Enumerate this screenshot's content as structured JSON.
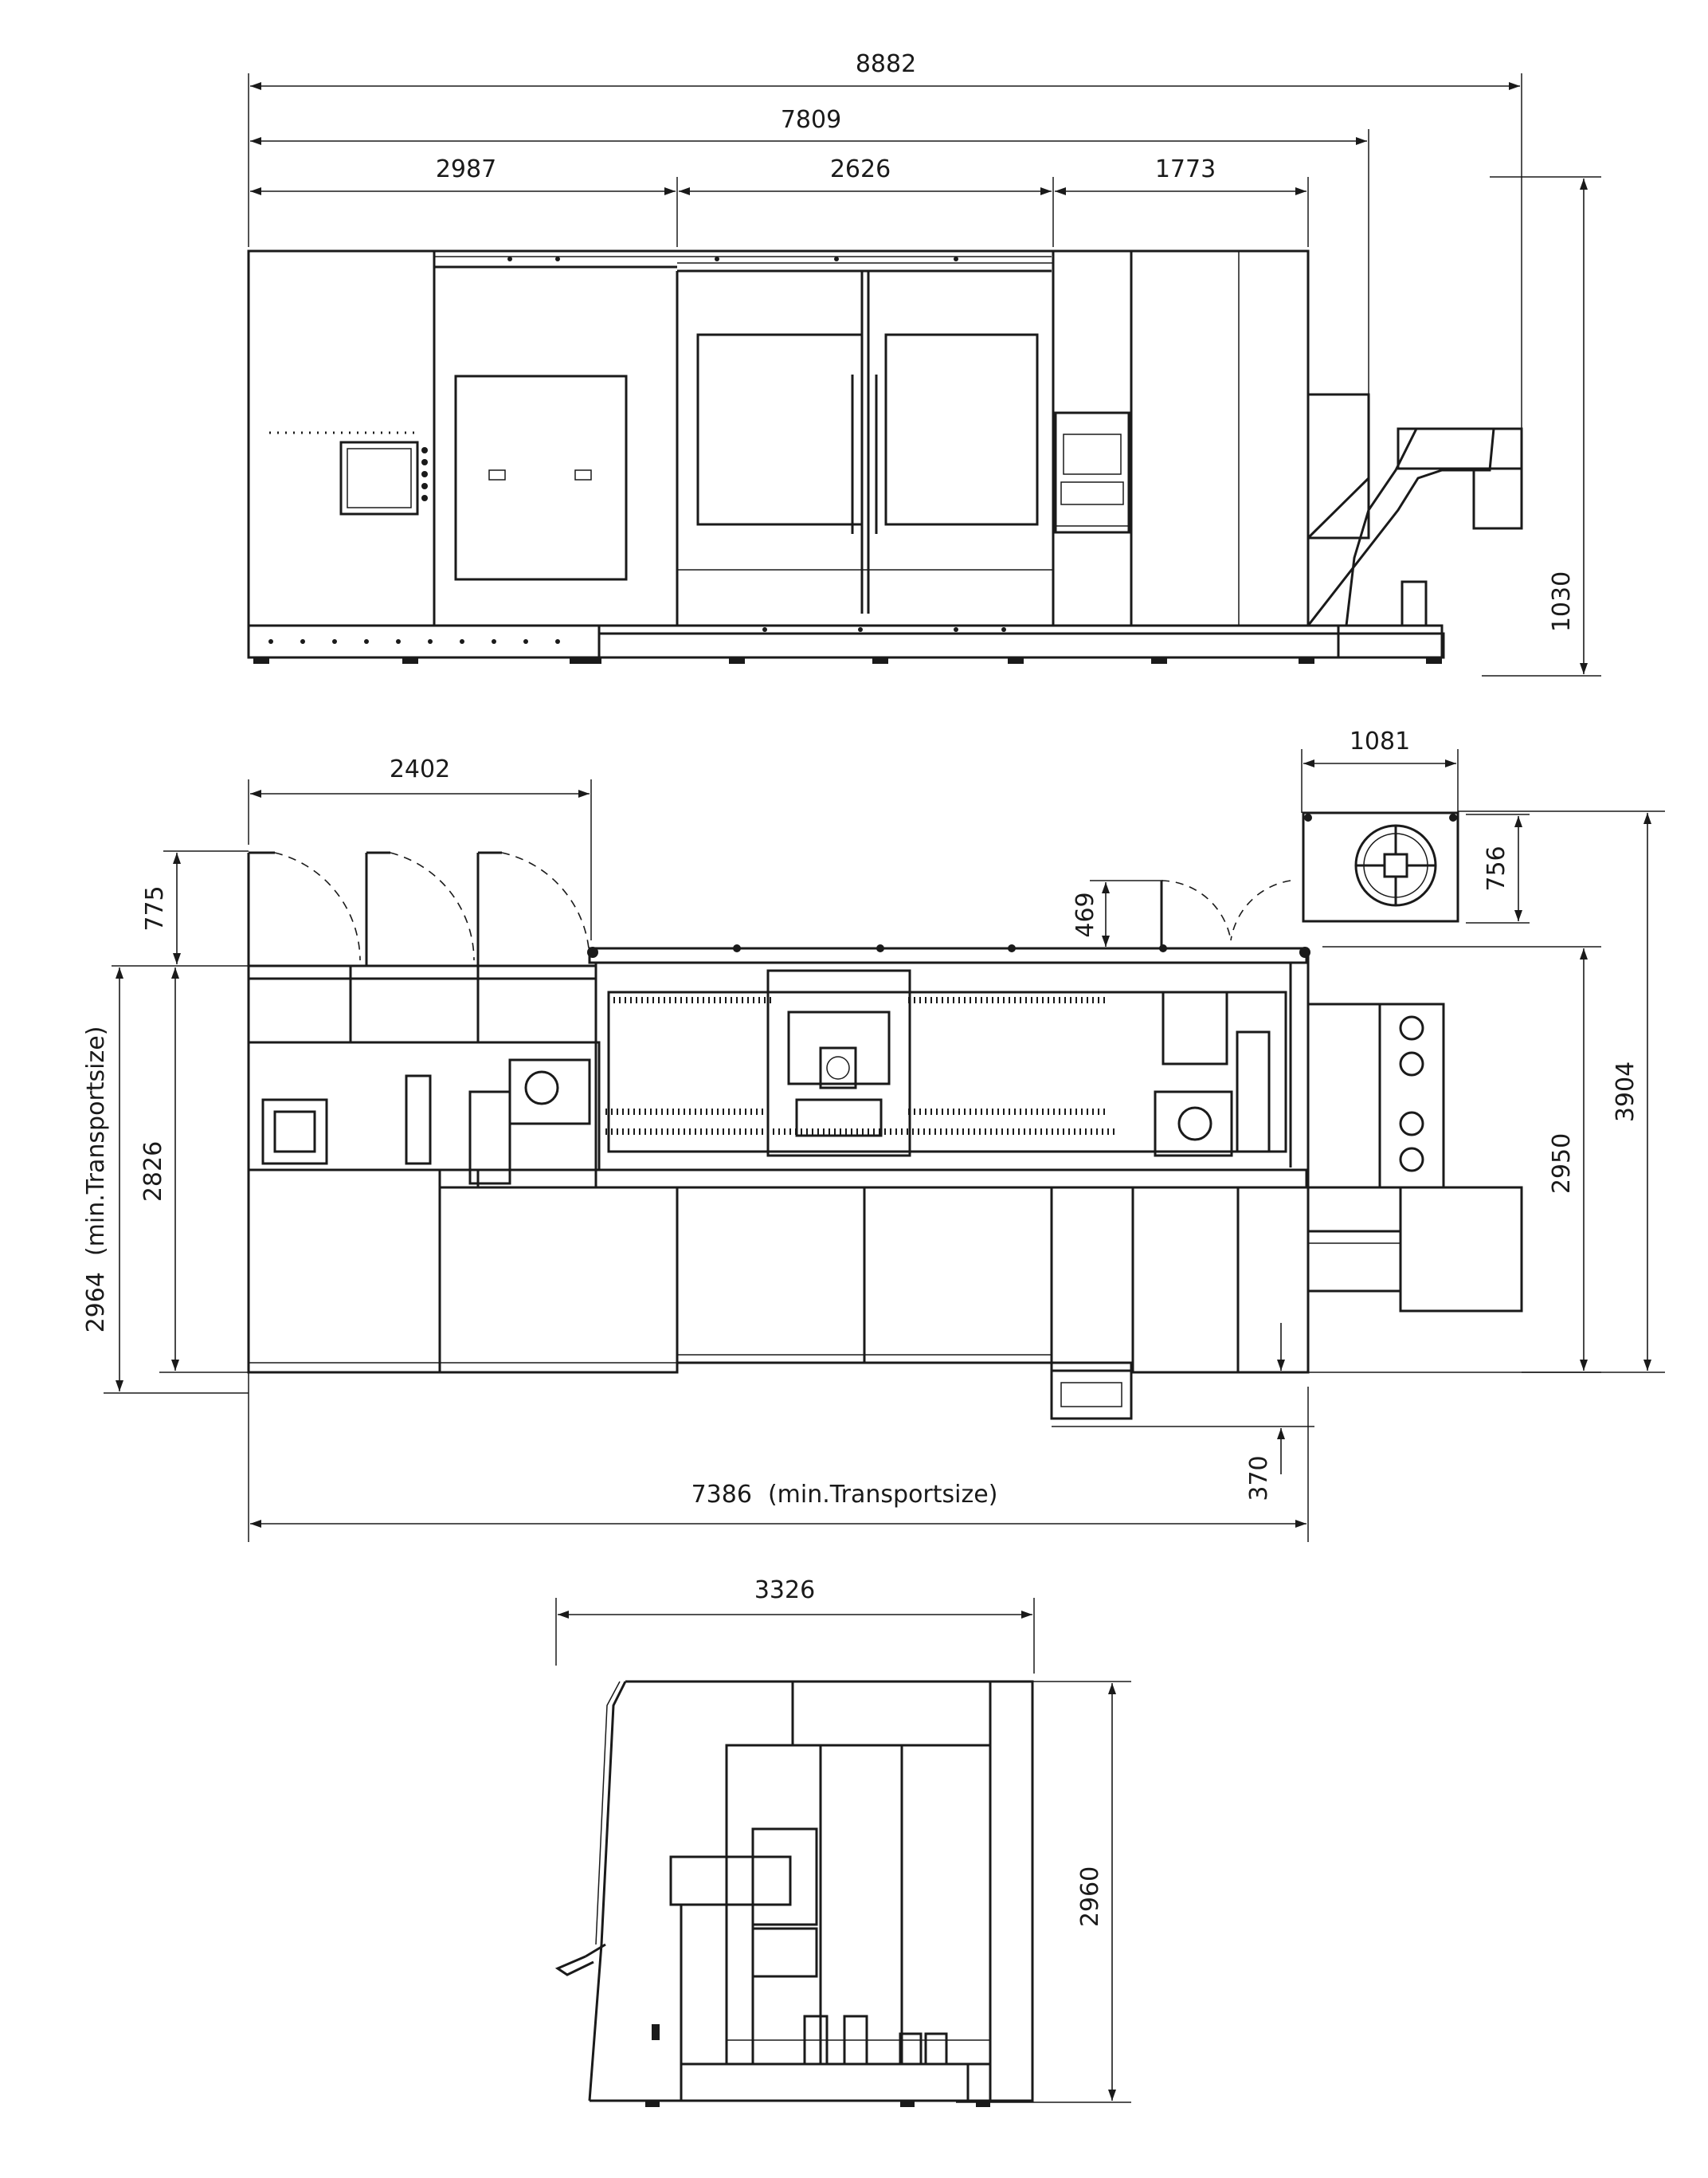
{
  "front_view": {
    "dim_overall": "8882",
    "dim_without_conveyor": "7809",
    "dim_left_section": "2987",
    "dim_center_section": "2626",
    "dim_right_section": "1773",
    "dim_conveyor_height": "1030"
  },
  "top_view": {
    "dim_door_swing_width": "2402",
    "dim_conveyor_unit_width": "1081",
    "dim_conveyor_unit_depth": "756",
    "dim_door_swing_left": "775",
    "dim_door_swing_right": "469",
    "dim_depth_min_transport_value": "2964",
    "dim_depth_min_transport_note": "(min.Transportsize)",
    "dim_depth_main": "2826",
    "dim_depth_right": "2950",
    "dim_depth_overall": "3904",
    "dim_panel_offset": "370",
    "dim_length_min_transport_value": "7386",
    "dim_length_min_transport_note": "(min.Transportsize)"
  },
  "side_view": {
    "dim_width": "3326",
    "dim_height": "2960"
  }
}
